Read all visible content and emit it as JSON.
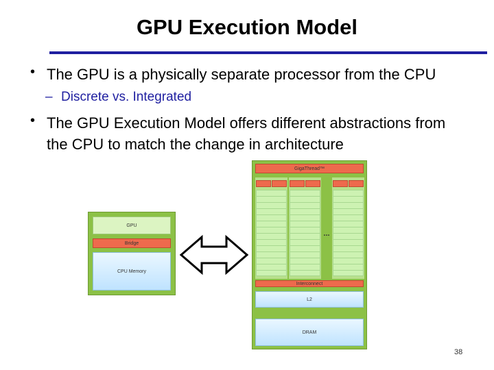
{
  "slide": {
    "title": "GPU Execution Model",
    "bullets": [
      "The GPU is a physically separate processor from the CPU",
      "The GPU Execution Model offers different abstractions from",
      "the CPU to match the change in architecture"
    ],
    "sub_bullet": "Discrete vs. Integrated",
    "sub_dash": "–",
    "bullet_marker": "•",
    "page_number": "38"
  },
  "cpu_diagram": {
    "gpu_label": "GPU",
    "bridge_label": "Bridge",
    "memory_label": "CPU Memory"
  },
  "gpu_diagram": {
    "top_label": "GigaThread™",
    "ellipsis": "...",
    "interconnect_label": "Interconnect",
    "l2_label": "L2",
    "dram_label": "DRAM"
  },
  "colors": {
    "accent_rule": "#1f1fa0",
    "sub_bullet_text": "#1f1fa0",
    "panel_green": "#8cc146",
    "block_red": "#ee6a4d",
    "memory_blue": "#bfe3ff"
  }
}
